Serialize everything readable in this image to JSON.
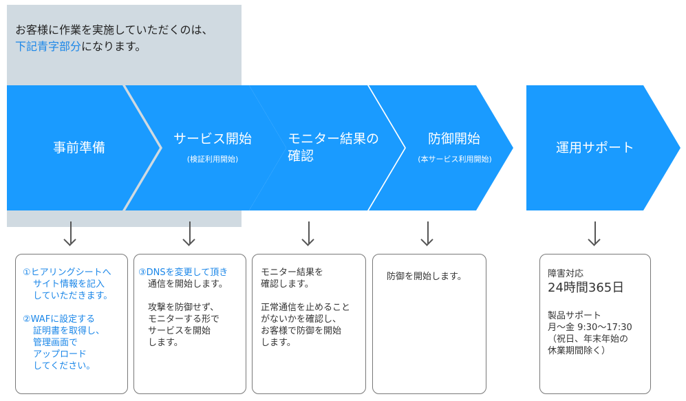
{
  "note": {
    "line1": "お客様に作業を実施していただくのは、",
    "line2_blue": "下記青字部分",
    "line2_rest": "になります。"
  },
  "steps": [
    {
      "title": "事前準備",
      "sub": ""
    },
    {
      "title": "サービス開始",
      "sub": "(検証利用開始)"
    },
    {
      "title_line1": "モニター結果の",
      "title_line2": "確認",
      "sub": ""
    },
    {
      "title": "防御開始",
      "sub": "(本サービス利用開始)"
    },
    {
      "title": "運用サポート",
      "sub": ""
    }
  ],
  "boxes": {
    "prep": {
      "item1": [
        "①ヒアリングシートへ",
        "サイト情報を記入",
        "していただきます。"
      ],
      "item2": [
        "②WAFに設定する",
        "証明書を取得し、",
        "管理画面で",
        "アップロード",
        "してください。"
      ]
    },
    "start": {
      "blue": "③DNSを変更して頂き",
      "rest": "通信を開始します。",
      "para2": [
        "攻撃を防御せず、",
        "モニターする形で",
        "サービスを開始",
        "します。"
      ]
    },
    "monitor": {
      "para1": [
        "モニター結果を",
        "確認します。"
      ],
      "para2": [
        "正常通信を止めること",
        "がないかを確認し、",
        "お客様で防御を開始",
        "します。"
      ]
    },
    "defense": {
      "para1": "防御を開始します。"
    },
    "support": {
      "label": "障害対応",
      "big": "24時間365日",
      "para2": [
        "製品サポート",
        "月～金 9:30～17:30",
        "（祝日、年末年始の",
        "休業期間除く）"
      ]
    }
  },
  "colors": {
    "arrow": "#1a9bff",
    "accent_text": "#1a86e8",
    "highlight": "#d0dae1"
  }
}
